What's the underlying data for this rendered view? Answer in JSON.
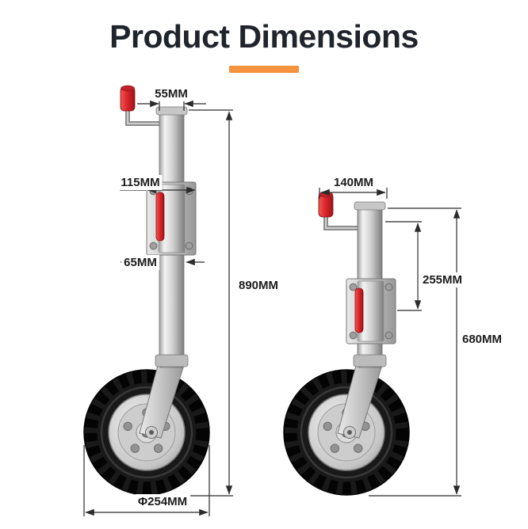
{
  "header": {
    "title": "Product Dimensions"
  },
  "colors": {
    "accent_orange": "#F5923E",
    "dimension_line": "#2B2B2B",
    "handle_red": "#D8232A"
  },
  "extended_jack": {
    "top_width": "55MM",
    "bracket_width": "115MM",
    "clamp_width": "65MM",
    "overall_height": "890MM",
    "wheel_diameter": "Φ254MM"
  },
  "retracted_jack": {
    "top_width": "140MM",
    "travel_height": "255MM",
    "overall_height": "680MM"
  }
}
